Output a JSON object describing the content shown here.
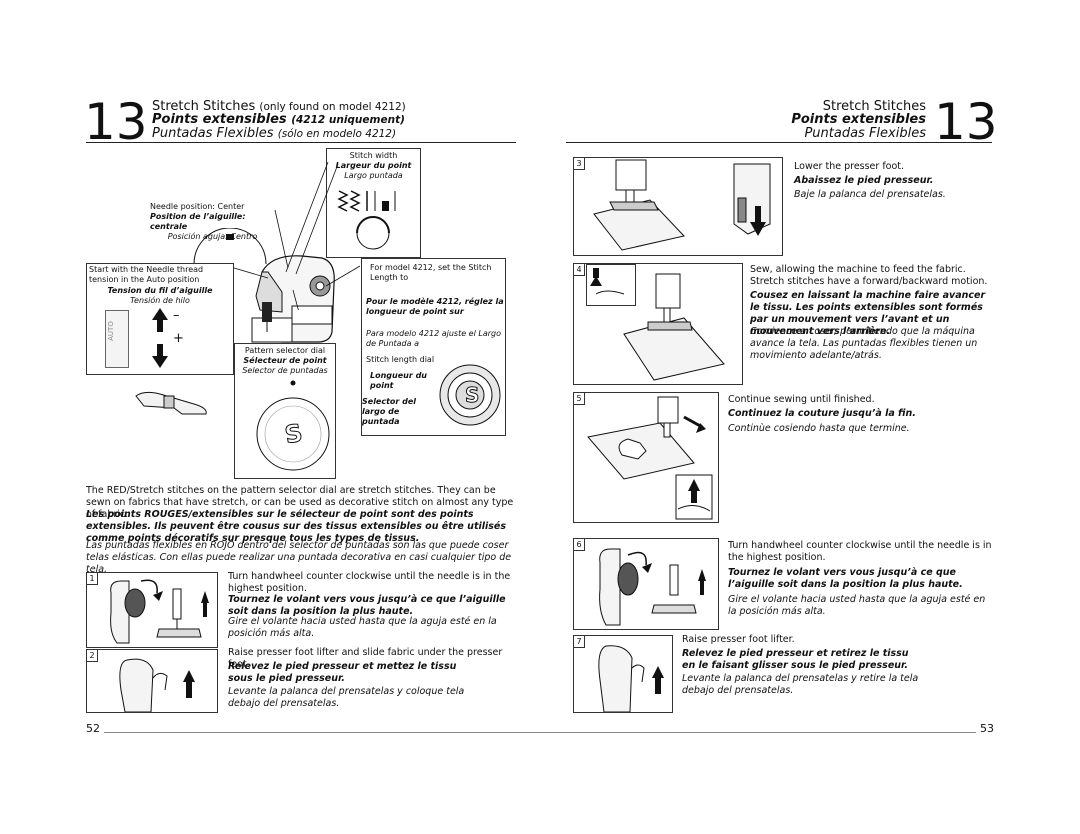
{
  "left_header": {
    "number": "13",
    "en_title": "Stretch Stitches",
    "en_note": "(only found on model 4212)",
    "fr_title": "Points extensibles",
    "fr_note": "(4212 uniquement)",
    "es_title": "Puntadas Flexibles",
    "es_note": "(sólo en modelo 4212)"
  },
  "right_header": {
    "number": "13",
    "en_title": "Stretch Stitches",
    "fr_title": "Points extensibles",
    "es_title": "Puntadas Flexibles"
  },
  "diagram": {
    "stitch_width": {
      "en": "Stitch width",
      "fr": "Largeur du point",
      "es": "Largo puntada"
    },
    "needle_position": {
      "en": "Needle position: Center",
      "fr": "Position de l’aiguille: centrale",
      "es": "Posición aguja: Centro"
    },
    "tension": {
      "en": "Start with the Needle thread tension in the Auto position",
      "fr": "Tension du fil d’aiguille",
      "es": "Tensión de hilo"
    },
    "tension_minus": "–",
    "tension_plus": "+",
    "tension_auto": "AUTO",
    "model_note": {
      "en": "For model 4212, set the Stitch Length to",
      "fr": "Pour le modèle 4212, réglez la longueur de point sur",
      "es": "Para modelo 4212 ajuste el Largo de Puntada a"
    },
    "pattern_selector": {
      "en": "Pattern selector dial",
      "fr": "Sélecteur de point",
      "es": "Selector de puntadas"
    },
    "stitch_length_dial": {
      "en": "Stitch length dial",
      "fr": "Longueur du point",
      "es": "Selector del largo de puntada"
    },
    "dial_letter": "S"
  },
  "intro": {
    "en": "The RED/Stretch stitches on the pattern selector dial are stretch stitches. They can be sewn on fabrics that have stretch, or can be used as decorative stitch on almost any type of fabric.",
    "fr": "Les points ROUGES/extensibles sur le sélecteur de point sont des points extensibles. Ils peuvent être cousus sur des tissus extensibles ou être utilisés comme points décoratifs sur presque tous les types de tissus.",
    "es": "Las puntadas flexibles en ROJO dentro del selector de puntadas son las que puede coser telas elásticas. Con ellas puede realizar una puntada decorativa en casi cualquier tipo de tela."
  },
  "steps": [
    {
      "num": "1",
      "en": "Turn handwheel counter clockwise until the needle is in the highest position.",
      "fr": "Tournez le volant vers vous jusqu’à ce que l’aiguille soit dans la position la plus haute.",
      "es": "Gire el volante hacia usted hasta que la aguja esté en la posición más alta."
    },
    {
      "num": "2",
      "en": "Raise presser foot lifter and slide fabric under the presser foot.",
      "fr": "Relevez le pied presseur et mettez le tissu sous le pied presseur.",
      "es": "Levante la palanca del prensatelas y coloque tela debajo del prensatelas."
    },
    {
      "num": "3",
      "en": "Lower the presser foot.",
      "fr": "Abaissez le pied presseur.",
      "es": "Baje la palanca del prensatelas."
    },
    {
      "num": "4",
      "en": "Sew, allowing the machine to feed the fabric. Stretch stitches have a forward/backward motion.",
      "fr": "Cousez en laissant la machine faire avancer le tissu. Les points extensibles sont formés par un mouvement vers l’avant et un mouvement vers l’arrière.",
      "es": "Comience a coser, permitiendo que la máquina avance la tela. Las puntadas flexibles tienen un movimiento adelante/atrás."
    },
    {
      "num": "5",
      "en": "Continue sewing until finished.",
      "fr": "Continuez la couture jusqu’à la fin.",
      "es": "Continùe cosiendo hasta que termine."
    },
    {
      "num": "6",
      "en": "Turn handwheel counter clockwise until the needle is in the highest position.",
      "fr": "Tournez le volant vers vous jusqu’à ce que l’aiguille soit dans la position la plus haute.",
      "es": "Gire el volante hacia usted hasta que la aguja esté en la posición más alta."
    },
    {
      "num": "7",
      "en": "Raise presser foot lifter.",
      "fr": "Relevez le pied presseur et retirez le tissu en le faisant glisser sous le pied presseur.",
      "es": "Levante la palanca del prensatelas y retire la tela debajo del prensatelas."
    }
  ],
  "footer": {
    "left_page": "52",
    "right_page": "53"
  }
}
